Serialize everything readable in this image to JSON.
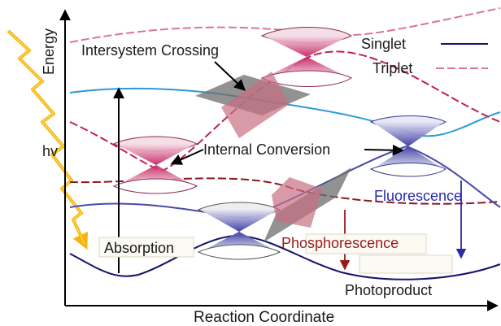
{
  "axes": {
    "y_label": "Energy",
    "x_label": "Reaction Coordinate"
  },
  "legend": {
    "singlet_label": "Singlet",
    "triplet_label": "Triplet"
  },
  "labels": {
    "hv": "hv",
    "intersystem_crossing": "Intersystem Crossing",
    "internal_conversion": "Internal Conversion",
    "absorption": "Absorption",
    "fluorescence": "Fluorescence",
    "phosphorescence": "Phosphorescence",
    "photoproduct": "Photoproduct"
  },
  "colors": {
    "singlet_ground": "#14146b",
    "singlet_s1": "#4a4aa8",
    "singlet_s2": "#2a9ad8",
    "triplet_upper": "#d9749e",
    "triplet_middle": "#c0204e",
    "triplet_lower": "#8a1a22",
    "light_arrow": "#f5b412",
    "fluorescence": "#2a2aa8",
    "phosphorescence": "#9a1a1a",
    "crossing_plane": "#c86f82",
    "crossing_plane_gray": "#6e6e6e"
  }
}
